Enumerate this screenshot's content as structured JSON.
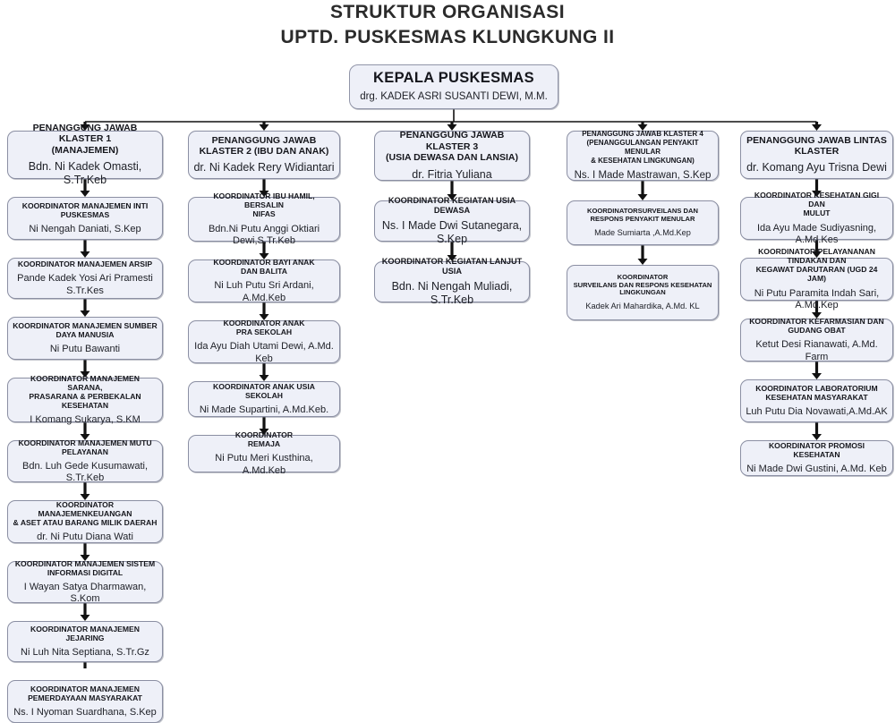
{
  "title": {
    "line1": "STRUKTUR ORGANISASI",
    "line2": "UPTD. PUSKESMAS KLUNGKUNG II"
  },
  "root": {
    "role": "KEPALA PUSKESMAS",
    "person": "drg. KADEK ASRI SUSANTI DEWI, M.M."
  },
  "columns": [
    {
      "id": "klaster-1",
      "head": {
        "role": "PENANGGUNG JAWAB KLASTER 1\n(MANAJEMEN)",
        "person": "Bdn. Ni Kadek Omasti, S.Tr.Keb"
      },
      "nodes": [
        {
          "role": "KOORDINATOR MANAJEMEN INTI\nPUSKESMAS",
          "person": "Ni Nengah Daniati, S.Kep"
        },
        {
          "role": "KOORDINATOR MANAJEMEN ARSIP",
          "person": "Pande Kadek Yosi Ari Pramesti S.Tr.Kes"
        },
        {
          "role": "KOORDINATOR MANAJEMEN SUMBER\nDAYA MANUSIA",
          "person": "Ni Putu Bawanti"
        },
        {
          "role": "KOORDINATOR MANAJEMEN SARANA,\nPRASARANA & PERBEKALAN KESEHATAN",
          "person": "I Komang Sukarya, S.KM"
        },
        {
          "role": "KOORDINATOR MANAJEMEN MUTU\nPELAYANAN",
          "person": "Bdn. Luh Gede Kusumawati, S.Tr.Keb"
        },
        {
          "role": "KOORDINATOR MANAJEMENKEUANGAN\n& ASET ATAU BARANG MILIK DAERAH",
          "person": "dr. Ni Putu Diana Wati"
        },
        {
          "role": "KOORDINATOR MANAJEMEN SISTEM\nINFORMASI DIGITAL",
          "person": "I Wayan Satya Dharmawan, S.Kom"
        },
        {
          "role": "KOORDINATOR MANAJEMEN JEJARING",
          "person": "Ni Luh Nita Septiana, S.Tr.Gz"
        },
        {
          "role": "KOORDINATOR MANAJEMEN\nPEMERDAYAAN MASYARAKAT",
          "person": "Ns. I Nyoman Suardhana, S.Kep"
        }
      ]
    },
    {
      "id": "klaster-2",
      "head": {
        "role": "PENANGGUNG JAWAB\nKLASTER 2 (IBU DAN ANAK)",
        "person": "dr. Ni Kadek Rery Widiantari"
      },
      "nodes": [
        {
          "role": "KOORDINATOR IBU HAMIL, BERSALIN\nNIFAS",
          "person": "Bdn.Ni Putu Anggi Oktiari Dewi,S.Tr.Keb"
        },
        {
          "role": "KOORDINATOR BAYI ANAK\nDAN BALITA",
          "person": "Ni Luh Putu Sri Ardani, A.Md.Keb"
        },
        {
          "role": "KOORDINATOR ANAK\nPRA SEKOLAH",
          "person": "Ida Ayu Diah Utami Dewi, A.Md. Keb"
        },
        {
          "role": "KOORDINATOR ANAK USIA SEKOLAH",
          "person": "Ni Made Supartini, A.Md.Keb."
        },
        {
          "role": "KOORDINATOR\nREMAJA",
          "person": "Ni Putu Meri Kusthina, A.Md.Keb"
        }
      ]
    },
    {
      "id": "klaster-3",
      "head": {
        "role": "PENANGGUNG JAWAB KLASTER 3\n(USIA DEWASA DAN LANSIA)",
        "person": "dr. Fitria Yuliana"
      },
      "nodes": [
        {
          "role": "KOORDINATOR KEGIATAN USIA DEWASA",
          "person": "Ns. I Made Dwi Sutanegara, S.Kep"
        },
        {
          "role": "KOORDINATOR KEGIATAN LANJUT USIA",
          "person": "Bdn. Ni Nengah Muliadi, S.Tr.Keb"
        }
      ]
    },
    {
      "id": "klaster-4",
      "head": {
        "role": "PENANGGUNG JAWAB KLASTER 4\n(PENANGGULANGAN PENYAKIT MENULAR\n& KESEHATAN LINGKUNGAN)",
        "person": "Ns. I Made Mastrawan, S.Kep"
      },
      "nodes": [
        {
          "role": "KOORDINATORSURVEILANS DAN\nRESPONS PENYAKIT MENULAR",
          "person": "Made Sumiarta ,A.Md.Kep"
        },
        {
          "role": "KOORDINATOR\nSURVEILANS DAN RESPONS KESEHATAN\nLINGKUNGAN",
          "person": "Kadek Ari Mahardika, A.Md. KL"
        }
      ]
    },
    {
      "id": "lintas-klaster",
      "head": {
        "role": "PENANGGUNG JAWAB LINTAS\nKLASTER",
        "person": "dr. Komang Ayu Trisna Dewi"
      },
      "nodes": [
        {
          "role": "KOORDINATOR KESEHATAN GIGI DAN\nMULUT",
          "person": "Ida Ayu Made Sudiyasning, A.Md.Kes"
        },
        {
          "role": "KOORDINATOR PELAYANANAN TINDAKAN DAN\nKEGAWAT DARUTARAN (UGD 24 JAM)",
          "person": "Ni Putu Paramita Indah Sari, A.Md.Kep"
        },
        {
          "role": "KOORDINATOR KEFARMASIAN DAN\nGUDANG OBAT",
          "person": "Ketut Desi Rianawati, A.Md. Farm"
        },
        {
          "role": "KOORDINATOR LABORATORIUM\nKESEHATAN MASYARAKAT",
          "person": "Luh Putu Dia Novawati,A.Md.AK"
        },
        {
          "role": "KOORDINATOR PROMOSI KESEHATAN",
          "person": "Ni Made Dwi Gustini, A.Md. Keb"
        }
      ]
    }
  ],
  "colors": {
    "node_fill": "#eef0f8",
    "node_border": "#8b8fa3",
    "connector": "#111111",
    "title_text": "#2b2b2b"
  }
}
